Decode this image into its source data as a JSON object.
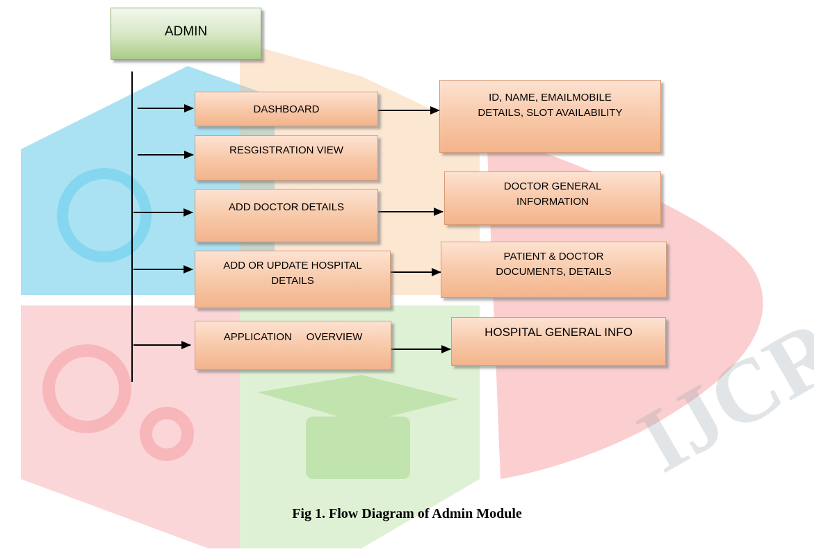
{
  "watermark": {
    "text": "IJCRT"
  },
  "root": {
    "label": "ADMIN"
  },
  "modules": [
    {
      "label": "DASHBOARD",
      "detail": "ID, NAME, EMAILMOBILE\nDETAILS, SLOT AVAILABILITY"
    },
    {
      "label": "RESGISTRATION VIEW",
      "detail": ""
    },
    {
      "label": "ADD DOCTOR DETAILS",
      "detail": "DOCTOR GENERAL\nINFORMATION"
    },
    {
      "label": "ADD OR UPDATE HOSPITAL\nDETAILS",
      "detail": "PATIENT & DOCTOR\nDOCUMENTS, DETAILS"
    },
    {
      "label": "APPLICATION     OVERVIEW",
      "detail": "HOSPITAL GENERAL INFO"
    }
  ],
  "caption": "Fig 1. Flow Diagram of Admin Module"
}
